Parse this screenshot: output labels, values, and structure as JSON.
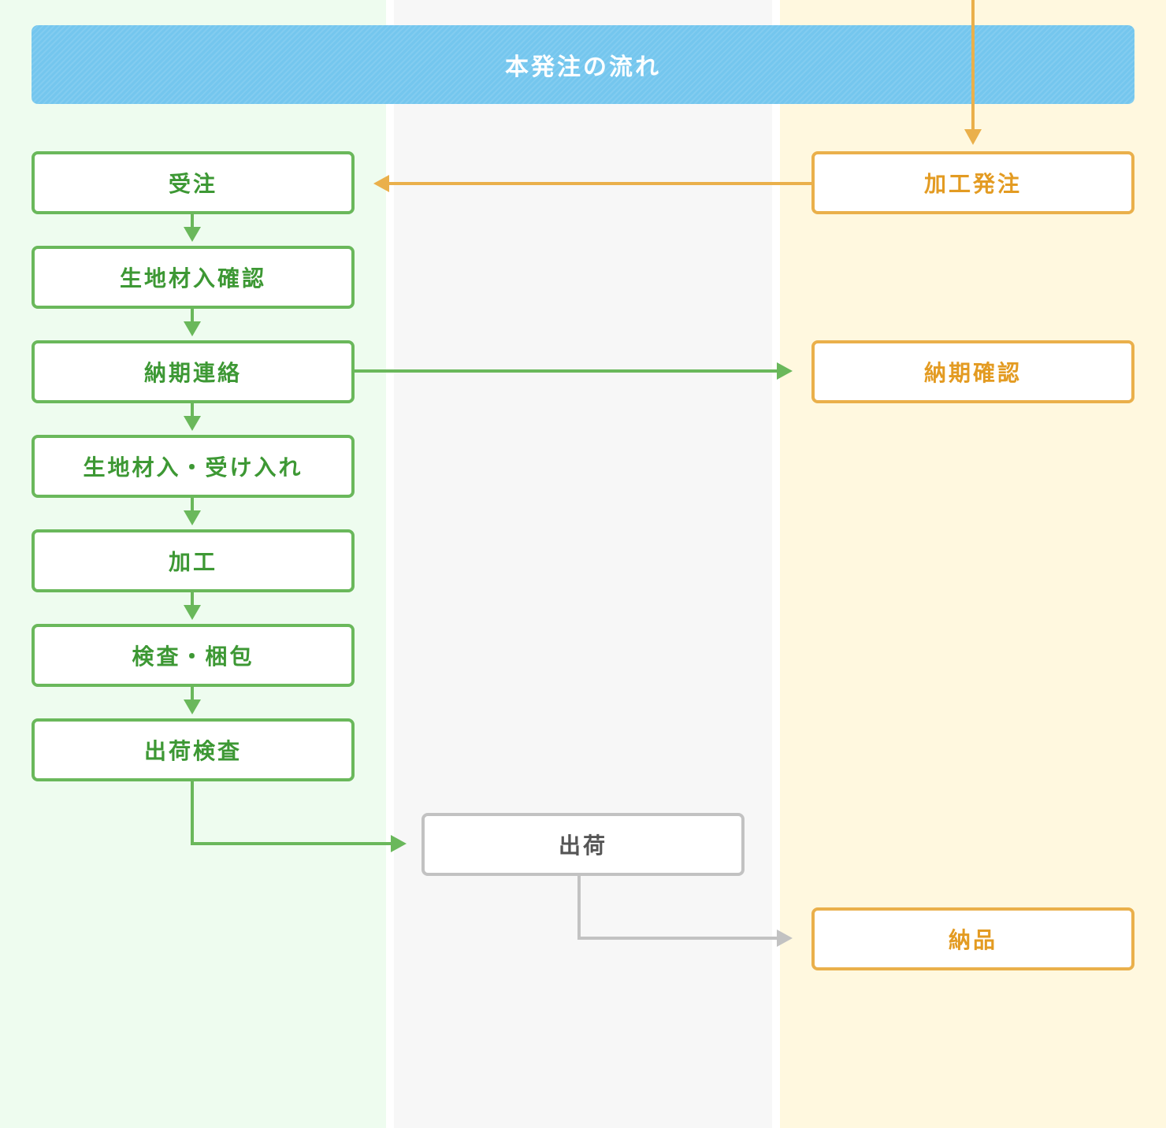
{
  "title": "本発注の流れ",
  "colors": {
    "banner": "#74c6ee",
    "green_lane": "#eefcef",
    "gray_lane": "#f7f7f7",
    "orange_lane": "#fff8df",
    "green": "#6ab85b",
    "green_text": "#3d9834",
    "orange": "#eab04b",
    "orange_text": "#e39b22",
    "gray": "#c2c2c2",
    "gray_text": "#555555"
  },
  "steps": {
    "order_received": "受注",
    "fabric_arrival_check": "生地材入確認",
    "delivery_notice": "納期連絡",
    "fabric_receiving": "生地材入・受け入れ",
    "processing": "加工",
    "inspection_packing": "検査・梱包",
    "shipping_inspection": "出荷検査",
    "processing_order": "加工発注",
    "delivery_confirm": "納期確認",
    "shipping": "出荷",
    "delivery": "納品"
  }
}
